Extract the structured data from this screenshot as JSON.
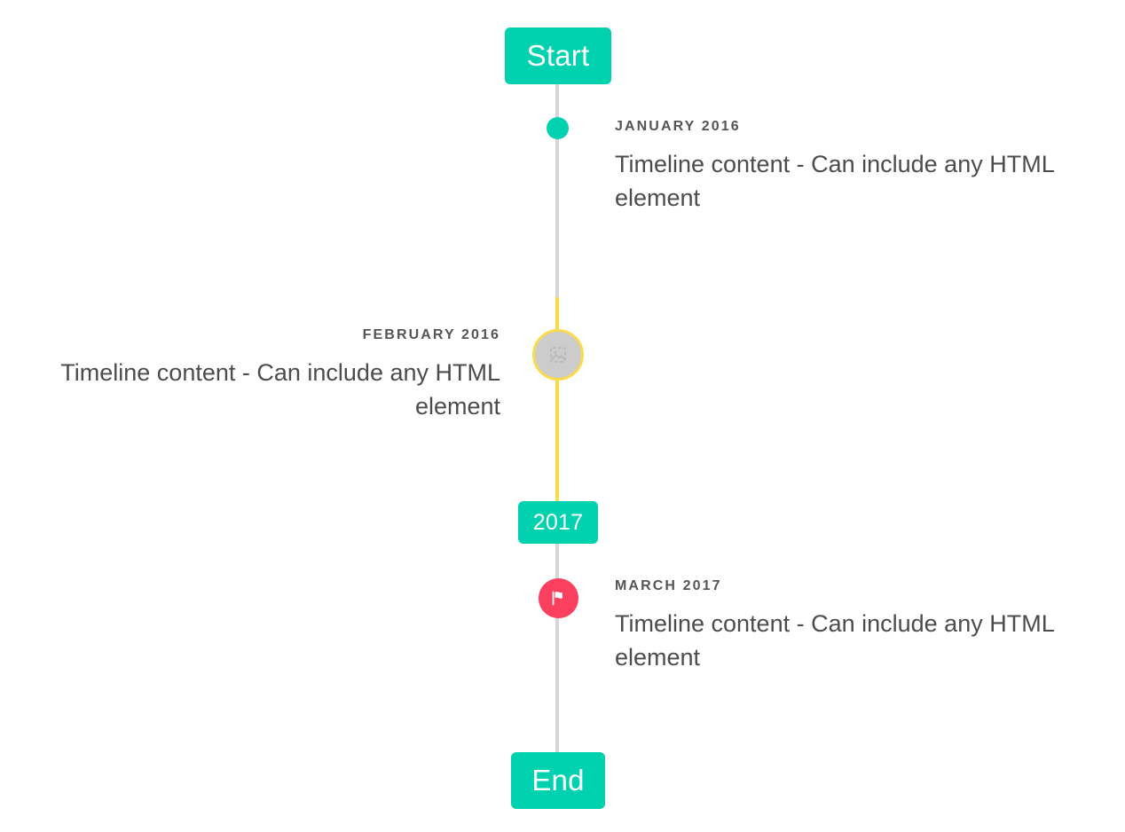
{
  "timeline": {
    "start_badge": {
      "label": "Start"
    },
    "year_badge": {
      "label": "2017"
    },
    "end_badge": {
      "label": "End"
    },
    "entries": [
      {
        "date": "JANUARY 2016",
        "body": "Timeline content - Can include any HTML element",
        "side": "right",
        "marker": "dot-icon",
        "marker_color": "#00d2b0"
      },
      {
        "date": "FEBRUARY 2016",
        "body": "Timeline content - Can include any HTML element",
        "side": "left",
        "marker": "broken-image-icon",
        "marker_color": "#cccccc",
        "marker_ring_color": "#fadb4c"
      },
      {
        "date": "MARCH 2017",
        "body": "Timeline content - Can include any HTML element",
        "side": "right",
        "marker": "flag-icon",
        "marker_color": "#fb3f5f"
      }
    ],
    "colors": {
      "accent_teal": "#00d2b0",
      "line_grey": "#d6d6d6",
      "line_yellow": "#fadb4c",
      "marker_pink": "#fb3f5f",
      "text_body": "#4c4c4c",
      "text_date": "#555555",
      "background": "#ffffff"
    }
  }
}
